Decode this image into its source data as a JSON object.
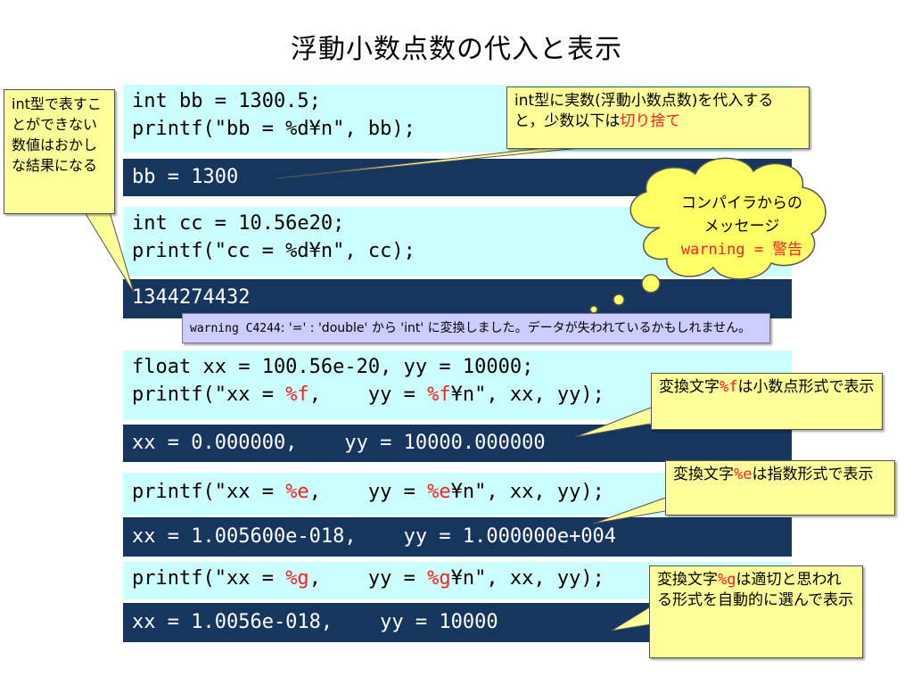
{
  "title": "浮動小数点数の代入と表示",
  "block1": {
    "code_line1": "int bb = 1300.5;",
    "code_line2": "printf(\"bb = %d¥n\", bb);",
    "output": "bb = 1300"
  },
  "block2": {
    "code_line1": "int cc = 10.56e20;",
    "code_line2": "printf(\"cc = %d¥n\", cc);",
    "output": "1344274432"
  },
  "warning_message": {
    "code": "warning C4244",
    "text": ": '=' : 'double' から 'int' に変換しました。データが失われているかもしれません。"
  },
  "block3": {
    "code_line1": "float xx = 100.56e-20, yy = 10000;",
    "line2_a": "printf(\"xx = ",
    "fmt1": "%f",
    "line2_b": ",    yy = ",
    "fmt2": "%f",
    "line2_c": "¥n\", xx, yy);",
    "output": "xx = 0.000000,    yy = 10000.000000"
  },
  "block4": {
    "line_a": "printf(\"xx = ",
    "fmt1": "%e",
    "line_b": ",    yy = ",
    "fmt2": "%e",
    "line_c": "¥n\", xx, yy);",
    "output": "xx = 1.005600e-018,    yy = 1.000000e+004"
  },
  "block5": {
    "line_a": "printf(\"xx = ",
    "fmt1": "%g",
    "line_b": ",    yy = ",
    "fmt2": "%g",
    "line_c": "¥n\", xx, yy);",
    "output": "xx = 1.0056e-018,    yy = 10000"
  },
  "callouts": {
    "int_left": "int型で表すことができない数値はおかしな結果になる",
    "int_top_a": "int型に実数(浮動小数点数)を代入すると，少数以下は",
    "int_top_red": "切り捨て",
    "fmt_f_a": "変換文字",
    "fmt_f_code": "%f",
    "fmt_f_b": "は小数点形式で表示",
    "fmt_e_a": "変換文字",
    "fmt_e_code": "%e",
    "fmt_e_b": "は指数形式で表示",
    "fmt_g_a": "変換文字",
    "fmt_g_code": "%g",
    "fmt_g_b": "は適切と思われる形式を自動的に選んで表示"
  },
  "cloud": {
    "line1": "コンパイラからの",
    "line2": "メッセージ",
    "line3": "warning = 警告"
  },
  "colors": {
    "code_bg": "#ccffff",
    "output_bg": "#17365d",
    "callout_bg": "#ffff99",
    "warning_bg": "#ccccff",
    "highlight": "#ff2020"
  }
}
